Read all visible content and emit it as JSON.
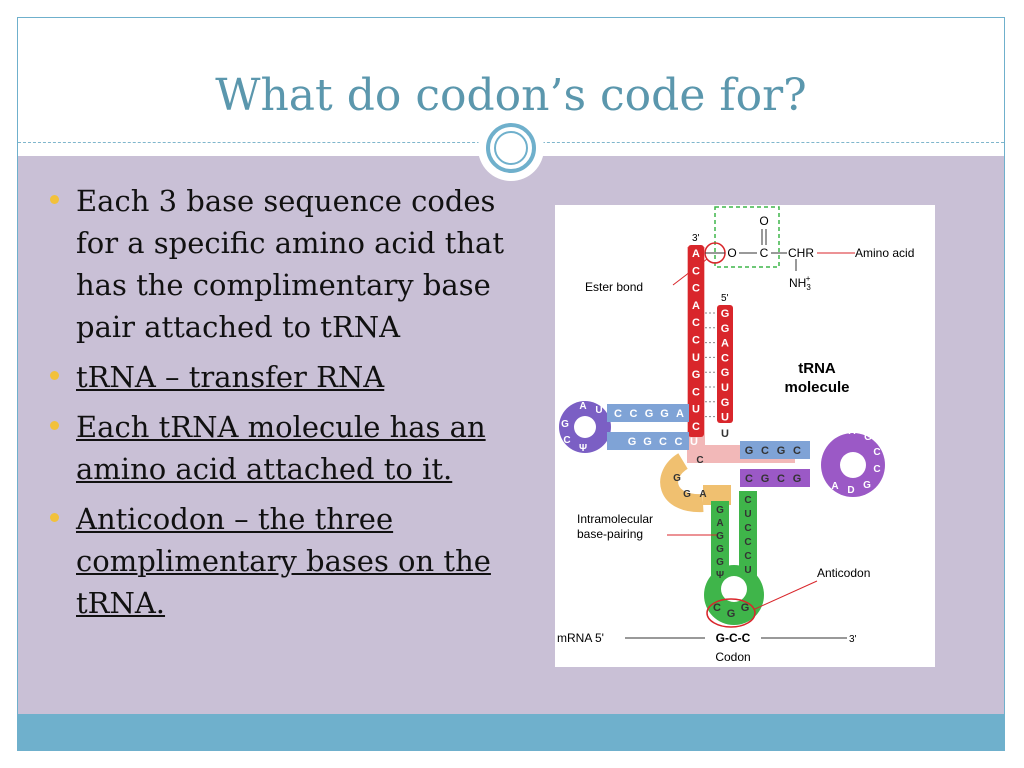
{
  "slide": {
    "title": "What do codon’s code for?"
  },
  "bullets": [
    {
      "text": "Each 3 base sequence codes for  a specific amino acid that has the complimentary base pair attached to tRNA"
    },
    {
      "text": "tRNA – transfer RNA"
    },
    {
      "text": "Each tRNA molecule has an amino acid attached to it."
    },
    {
      "text": "Anticodon – the three complimentary bases on the tRNA."
    }
  ],
  "diagram": {
    "label_3prime": "3'",
    "label_5prime": "5'",
    "acceptor_3": [
      "A",
      "C",
      "C",
      "A",
      "C",
      "C",
      "U",
      "G",
      "C",
      "U",
      "C"
    ],
    "acceptor_5": [
      "G",
      "G",
      "A",
      "C",
      "G",
      "U",
      "G",
      "U"
    ],
    "carbonyl_o": "O",
    "ester_o": "O",
    "carbon": "C",
    "chr": "CHR",
    "nh3": "NH",
    "nh3_sub": "3",
    "nh3_sup": "+",
    "amino_acid_label": "Amino acid",
    "ester_bond_label": "Ester bond",
    "trna_label_1": "tRNA",
    "trna_label_2": "molecule",
    "d_loop": [
      "A",
      "U",
      "G",
      "C",
      "Ψ"
    ],
    "d_stem_top": [
      "C",
      "C",
      "G",
      "G",
      "A"
    ],
    "d_stem_bottom": [
      "G",
      "G",
      "C",
      "C",
      "U"
    ],
    "t_stem_top": [
      "G",
      "C",
      "G",
      "C"
    ],
    "t_stem_bottom": [
      "C",
      "G",
      "C",
      "G"
    ],
    "t_loop": [
      "U",
      "A",
      "G",
      "C",
      "C",
      "G",
      "D",
      "A"
    ],
    "variable": [
      "C",
      "G",
      "A"
    ],
    "variable_g": "G",
    "anti_left": [
      "G",
      "A",
      "G",
      "G",
      "G",
      "Ψ"
    ],
    "anti_right": [
      "C",
      "U",
      "C",
      "C",
      "C",
      "U"
    ],
    "anticodon_bases": [
      "C",
      "G",
      "G"
    ],
    "intramolecular_1": "Intramolecular",
    "intramolecular_2": "base-pairing",
    "anticodon_label": "Anticodon",
    "mrna_label": "mRNA 5'",
    "mrna_codon": "G-C-C",
    "mrna_3": "3'",
    "codon_label": "Codon",
    "u_label": "U"
  },
  "colors": {
    "title": "#5b97ad",
    "accent": "#6fb0cc",
    "content_bg": "#c9c0d6",
    "bullet": "#f2c13b",
    "acceptor": "#d9262b",
    "d_arm": "#7b5fc4",
    "t_arm": "#9b59c6",
    "anticodon_arm": "#3fb54a",
    "stem_blue": "#7fa3d6"
  }
}
